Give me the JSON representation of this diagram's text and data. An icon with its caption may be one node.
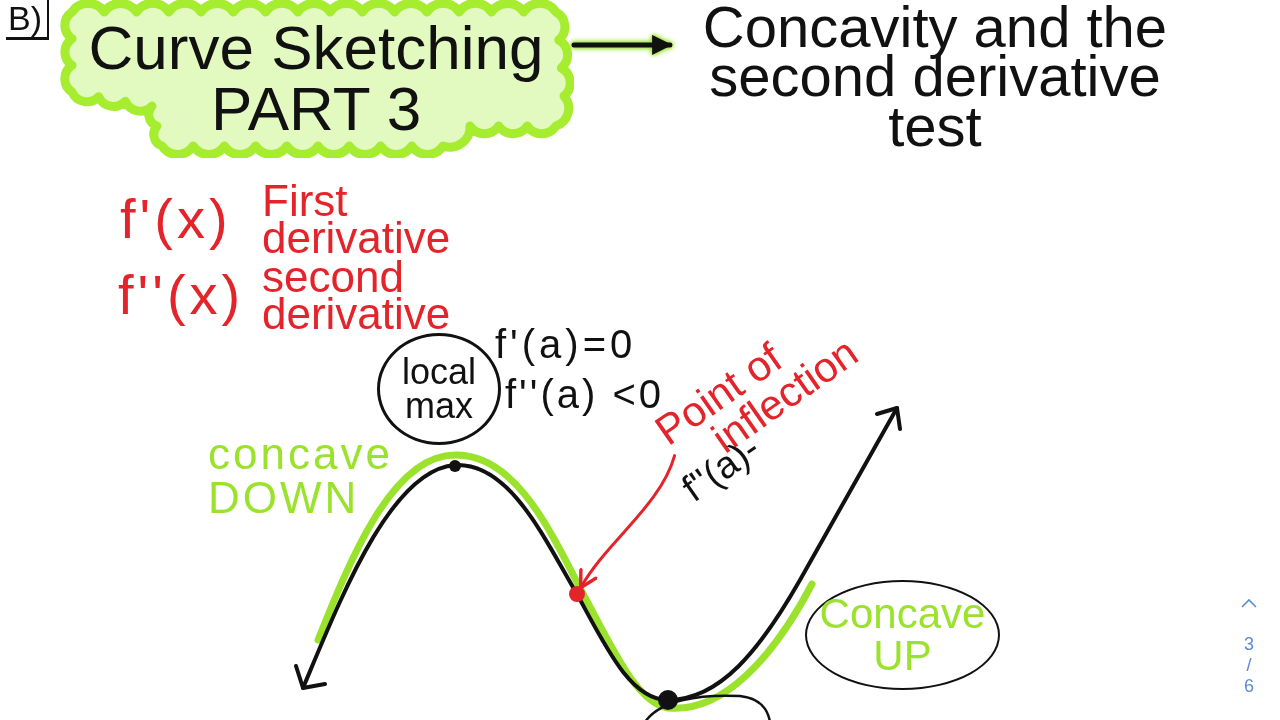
{
  "diagram": {
    "nodes": [
      {
        "text": [
          "Curve Sketching PART 3"
        ]
      },
      {
        "text": [
          "Concavity and the second derivative test"
        ]
      },
      {
        "text": [
          "local max"
        ],
        "beside": [
          "f'(a)=0",
          "f''(a) <0"
        ]
      },
      {
        "text": [
          "Point of inflection"
        ],
        "beside": [
          "f''(a)-"
        ]
      },
      {
        "text": [],
        "shape": "circle"
      },
      {
        "text": [
          "Concave UP"
        ]
      }
    ],
    "edges": [
      {
        "from": 0,
        "to": 1,
        "arrow": "to"
      },
      {
        "from": 3,
        "to": 4,
        "arrow": "to",
        "color": "#e3242b"
      }
    ],
    "labels": [
      "B)",
      "f'(x)",
      "First derivative",
      "f''(x)",
      "second derivative",
      "concave DOWN",
      "3",
      "/",
      "6"
    ]
  }
}
